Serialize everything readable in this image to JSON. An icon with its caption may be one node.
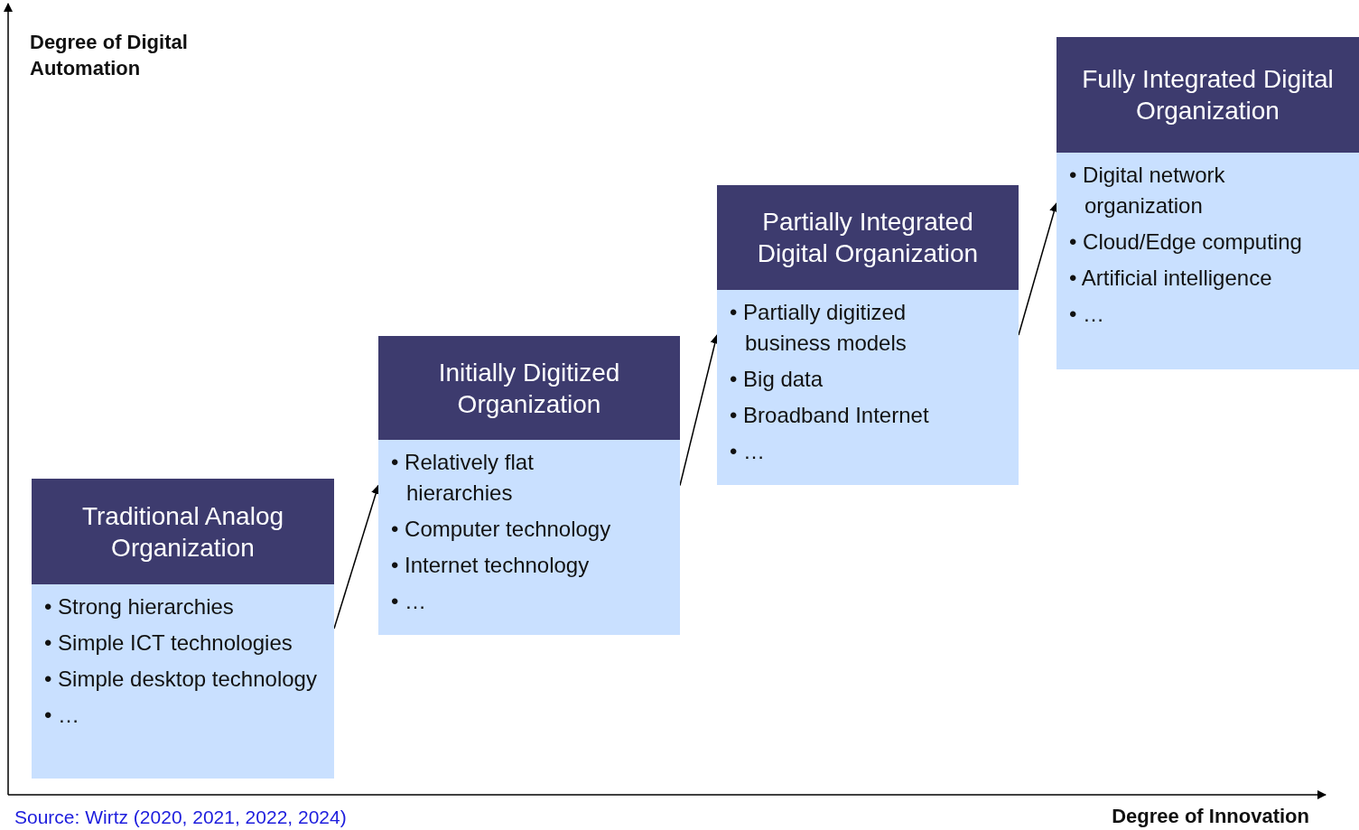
{
  "diagram": {
    "caption": "Source: Wirtz (2020, 2021, 2022, 2024)",
    "nodes": [
      {
        "text": [
          "Traditional Analog Organization",
          "• Strong hierarchies",
          "• Simple ICT technologies",
          "• Simple desktop technology",
          "• …"
        ]
      },
      {
        "text": [
          "Initially Digitized Organization",
          "• Relatively flat hierarchies",
          "• Computer technology",
          "• Internet technology",
          "• …"
        ]
      },
      {
        "text": [
          "Partially Integrated Digital Organization",
          "• Partially digitized business models",
          "• Big data",
          "• Broadband Internet",
          "• …"
        ]
      },
      {
        "text": [
          "Fully Integrated Digital Organization",
          "• Digital network organization",
          "• Cloud/Edge computing",
          "• Artificial intelligence",
          "• …"
        ]
      }
    ],
    "edges": [
      {
        "from": 0,
        "to": 1,
        "arrow": "to"
      },
      {
        "from": 1,
        "to": 2,
        "arrow": "to"
      },
      {
        "from": 2,
        "to": 3,
        "arrow": "to"
      }
    ],
    "labels": [
      "Degree of Digital Automation",
      "Degree of Innovation"
    ]
  }
}
